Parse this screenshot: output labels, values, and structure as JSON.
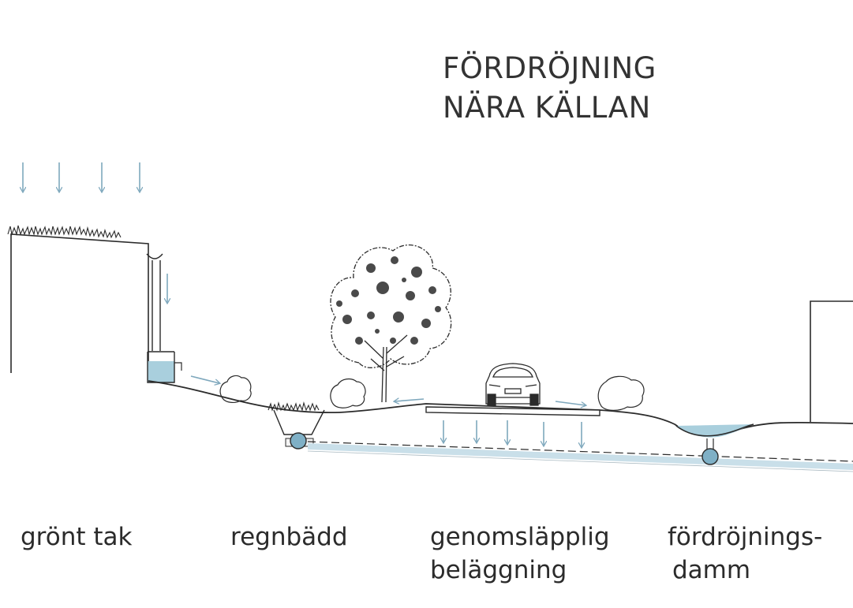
{
  "title": {
    "line1": "FÖRDRÖJNING",
    "line2": "NÄRA KÄLLAN"
  },
  "labels": {
    "green_roof": "grönt tak",
    "rain_bed": "regnbädd",
    "permeable_line1": "genomsläpplig",
    "permeable_line2": "beläggning",
    "pond_line1": "fördröjnings-",
    "pond_line2": "damm"
  },
  "colors": {
    "line": "#2b2b2b",
    "water": "#8ab5c8",
    "water_fill": "#a9cfdd",
    "pipe": "#c9dfe9"
  },
  "icons": [
    "rain-arrow-icon",
    "flow-arrow-icon",
    "infiltration-arrow-icon",
    "tree-icon",
    "car-icon",
    "shrub-icon",
    "grass-icon",
    "drain-pipe-icon"
  ]
}
